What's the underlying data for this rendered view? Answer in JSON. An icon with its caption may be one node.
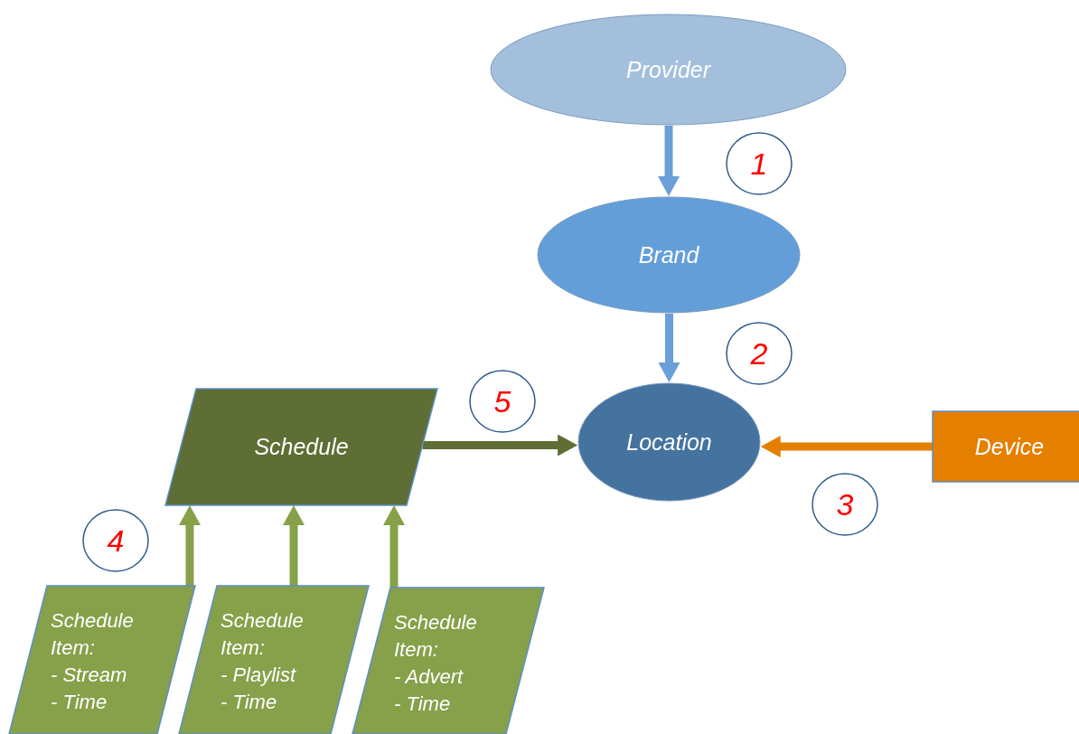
{
  "diagram": {
    "nodes": [
      {
        "text": [
          "Provider"
        ]
      },
      {
        "text": [
          "1"
        ]
      },
      {
        "text": [
          "Brand"
        ]
      },
      {
        "text": [
          "2"
        ]
      },
      {
        "text": [
          "5"
        ]
      },
      {
        "text": [
          "Schedule"
        ]
      },
      {
        "text": [
          "Location"
        ]
      },
      {
        "text": [
          "Device"
        ]
      },
      {
        "text": [
          "3"
        ]
      },
      {
        "text": [
          "4"
        ]
      },
      {
        "text": [
          "Schedule Item:",
          "- Stream",
          "- Time"
        ]
      },
      {
        "text": [
          "Schedule Item:",
          "- Playlist",
          "- Time"
        ]
      },
      {
        "text": [
          "Schedule Item:",
          "- Advert",
          "- Time"
        ]
      }
    ],
    "edges": [
      {
        "from": 0,
        "to": 2,
        "arrow": "to",
        "color": "#6a9fd8"
      },
      {
        "from": 2,
        "to": 6,
        "arrow": "to",
        "color": "#6a9fd8"
      },
      {
        "from": 5,
        "to": 6,
        "arrow": "to",
        "color": "#5e6e34"
      },
      {
        "from": 7,
        "to": 6,
        "arrow": "to",
        "color": "#e57f00"
      },
      {
        "from": 10,
        "to": 5,
        "arrow": "to"
      },
      {
        "from": 11,
        "to": 5,
        "arrow": "to"
      },
      {
        "from": 12,
        "to": 5,
        "arrow": "to"
      }
    ]
  }
}
